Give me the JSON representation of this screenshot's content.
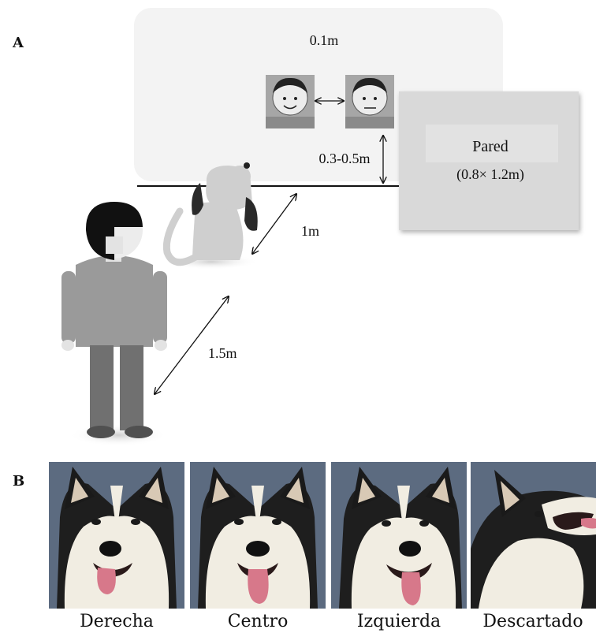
{
  "panel_a": {
    "label": "A",
    "gap_label": "0.1m",
    "height_label": "0.3-0.5m",
    "wall_title": "Pared",
    "wall_size": "(0.8× 1.2m)",
    "dog_distance": "1m",
    "person_distance": "1.5m"
  },
  "panel_b": {
    "label": "B",
    "photos": [
      {
        "caption": "Derecha"
      },
      {
        "caption": "Centro"
      },
      {
        "caption": "Izquierda"
      },
      {
        "caption": "Descartado"
      }
    ]
  },
  "colors": {
    "screen_bg": "#f3f3f3",
    "wall": "#d9d9d9",
    "person_body": "#9a9a9a",
    "person_legs": "#707070",
    "dog": "#cfcfcf",
    "dog_ears": "#2a2a2a",
    "photo_bg": "#5c6b80"
  }
}
